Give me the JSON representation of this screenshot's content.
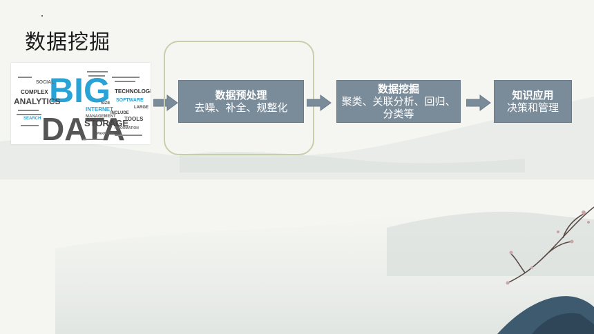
{
  "slide": {
    "title": "数据挖掘"
  },
  "image": {
    "words": [
      "BIG",
      "DATA",
      "ANALYTICS",
      "STORAGE",
      "TECHNOLOGIES",
      "COMPLEX",
      "INTERNET",
      "MANAGEMENT",
      "SOCIAL",
      "SOFTWARE",
      "LARGE",
      "PARALLEL",
      "TOOLS",
      "INFORMATION",
      "SEARCH",
      "INCLUDE",
      "SIZE"
    ]
  },
  "flow": {
    "step1": {
      "title": "数据预处理",
      "body": "去噪、补全、规整化"
    },
    "step2": {
      "title": "数据挖掘",
      "body": "聚类、关联分析、回归、分类等"
    },
    "step3": {
      "title": "知识应用",
      "body": "决策和管理"
    }
  },
  "colors": {
    "box_fill": "#7a8b99",
    "arrow_fill": "#7a8b99",
    "highlight_border": "#c6cfa9"
  }
}
